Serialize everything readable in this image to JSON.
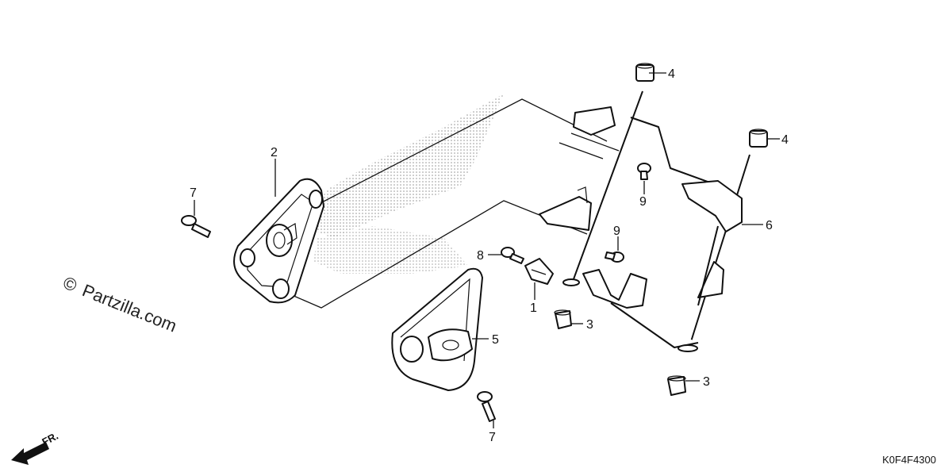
{
  "watermark": {
    "copyright_symbol": "©",
    "text": "Partzilla.com"
  },
  "diagram_code": "K0F4F4300",
  "direction_label": "FR.",
  "callouts": [
    {
      "id": "c-1",
      "label": "1"
    },
    {
      "id": "c-2",
      "label": "2"
    },
    {
      "id": "c-3a",
      "label": "3"
    },
    {
      "id": "c-3b",
      "label": "3"
    },
    {
      "id": "c-4a",
      "label": "4"
    },
    {
      "id": "c-4b",
      "label": "4"
    },
    {
      "id": "c-5",
      "label": "5"
    },
    {
      "id": "c-6",
      "label": "6"
    },
    {
      "id": "c-7a",
      "label": "7"
    },
    {
      "id": "c-7b",
      "label": "7"
    },
    {
      "id": "c-8",
      "label": "8"
    },
    {
      "id": "c-9a",
      "label": "9"
    },
    {
      "id": "c-9b",
      "label": "9"
    }
  ]
}
